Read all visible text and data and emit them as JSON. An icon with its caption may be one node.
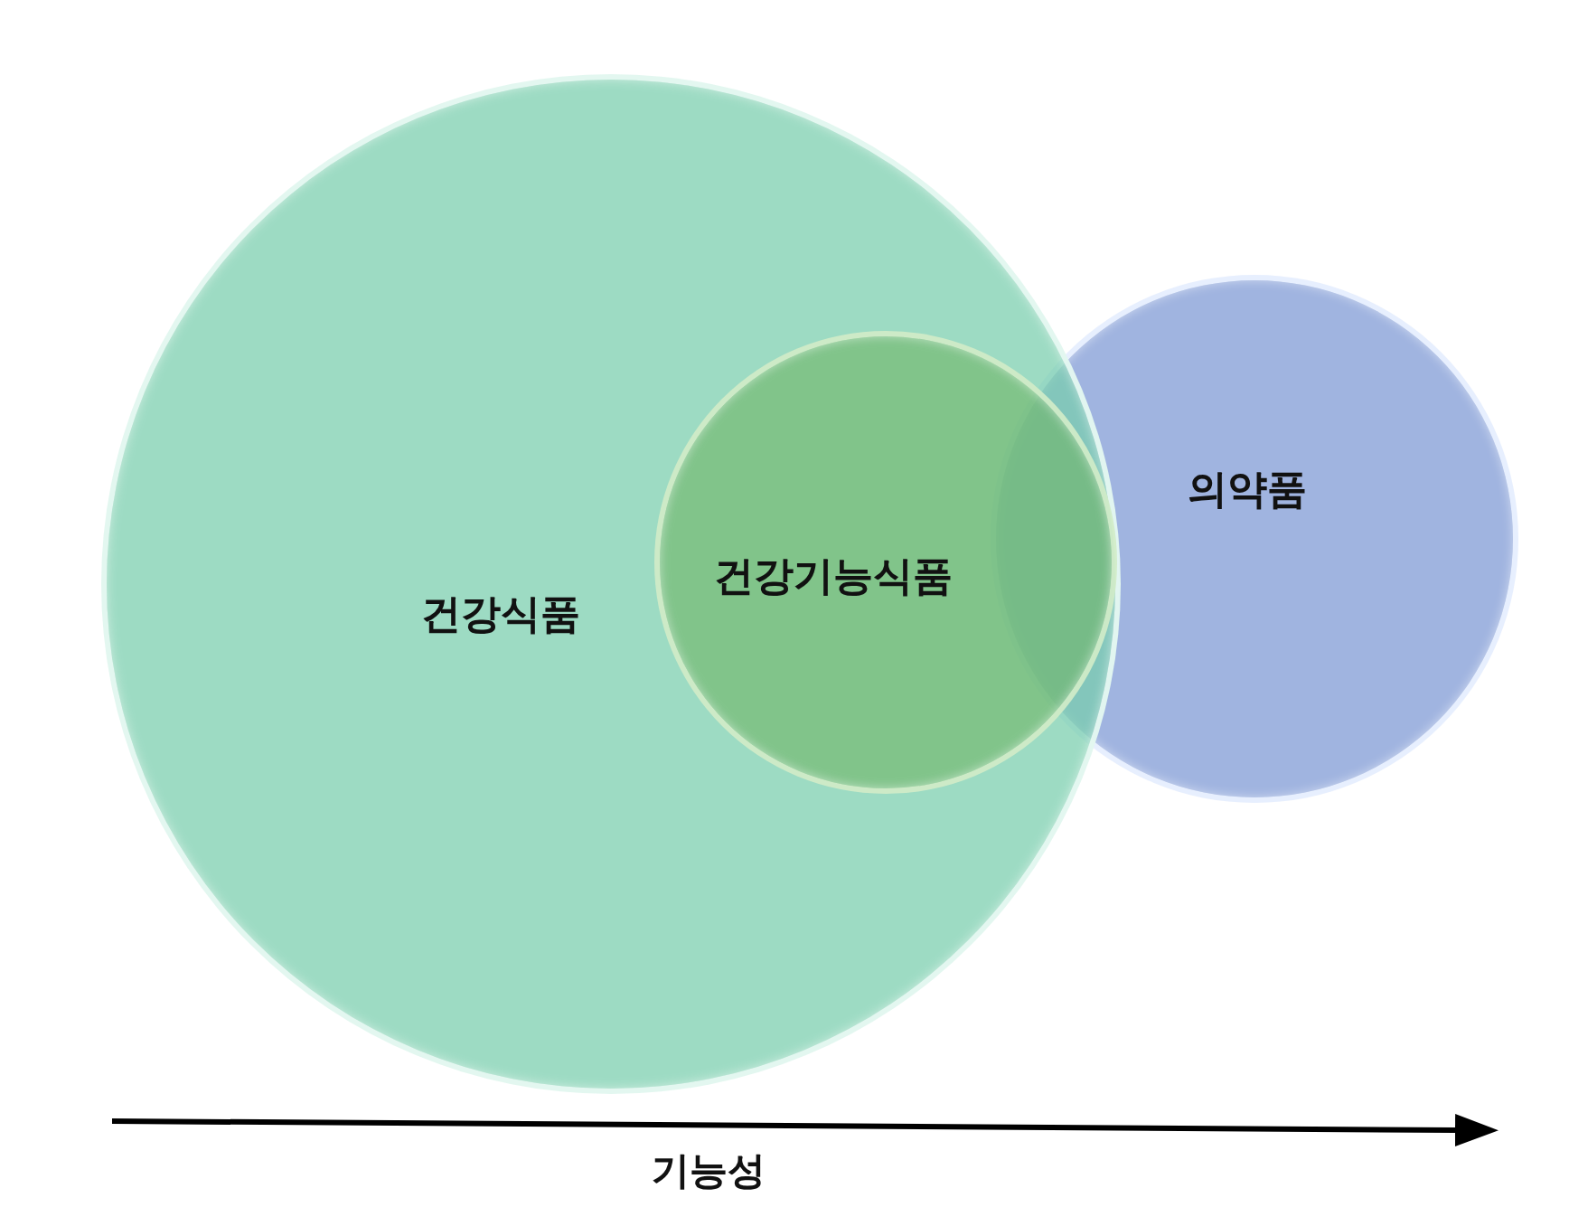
{
  "diagram": {
    "nodes": [
      {
        "text": [
          "건강식품"
        ]
      },
      {
        "text": [
          "건강기능식품"
        ],
        "in": 0
      },
      {
        "text": [
          "의약품"
        ]
      }
    ],
    "labels": [
      "기능성"
    ]
  }
}
